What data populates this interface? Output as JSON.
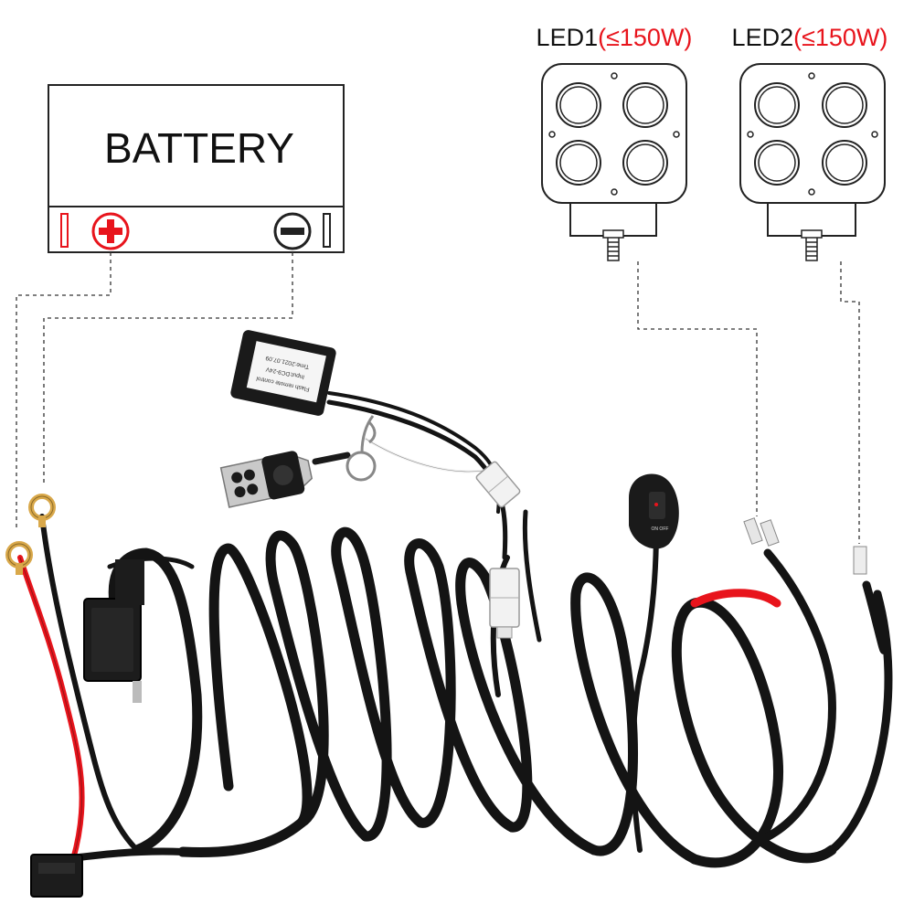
{
  "battery": {
    "title": "BATTERY",
    "positive_symbol": "+",
    "negative_symbol": "−"
  },
  "led1": {
    "name": "LED1",
    "rating": "(≤150W)"
  },
  "led2": {
    "name": "LED2",
    "rating": "(≤150W)"
  },
  "controller": {
    "label_lines": [
      "Flash remote control",
      "Input:DC9-24V",
      "Time:2021.07.09"
    ]
  },
  "switch": {
    "label": "ON OFF"
  },
  "colors": {
    "wire": "#141414",
    "red_wire": "#e8141c",
    "accent_red": "#e8141c",
    "ring_terminal": "#d9a84a",
    "connector_white": "#f2f2f2",
    "diagram_line": "#333333"
  }
}
